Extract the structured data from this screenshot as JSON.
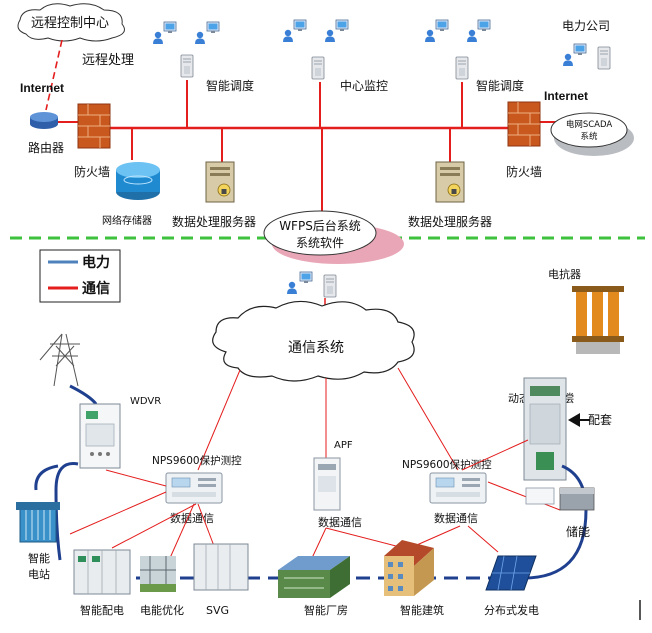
{
  "top": {
    "remote_center": "远程控制中心",
    "remote_processing": "远程处理",
    "internet_left": "Internet",
    "router": "路由器",
    "firewall_left": "防火墙",
    "network_storage": "网络存储器",
    "data_server_left": "数据处理服务器",
    "smart_dispatch_left": "智能调度",
    "center_monitor": "中心监控",
    "smart_dispatch_right": "智能调度",
    "power_company": "电力公司",
    "internet_right": "Internet",
    "grid_scada_1": "电网SCADA",
    "grid_scada_2": "系统",
    "firewall_right": "防火墙",
    "data_server_right": "数据处理服务器",
    "wfps_1": "WFPS后台系统",
    "wfps_2": "系统软件"
  },
  "legend": {
    "power": "电力",
    "comm": "通信",
    "power_color": "#4f81bd",
    "comm_color": "#e41d1d"
  },
  "bottom": {
    "reactor": "电抗器",
    "comm_system": "通信系统",
    "wdvr": "WDVR",
    "dynamic_filter": "动态滤波补偿",
    "matching": "配套",
    "apf": "APF",
    "nps_left": "NPS9600保护测控",
    "nps_right": "NPS9600保护测控",
    "data_comm_left": "数据通信",
    "data_comm_mid": "数据通信",
    "data_comm_right": "数据通信",
    "energy_storage": "储能",
    "smart_station_1": "智能",
    "smart_station_2": "电站",
    "smart_distribution": "智能配电",
    "power_optimization": "电能优化",
    "svg": "SVG",
    "smart_factory": "智能厂房",
    "smart_building": "智能建筑",
    "distributed_gen": "分布式发电"
  },
  "colors": {
    "bus": "#e41d1d",
    "divider": "#3ec23e",
    "power_line": "#1f3f8f"
  }
}
